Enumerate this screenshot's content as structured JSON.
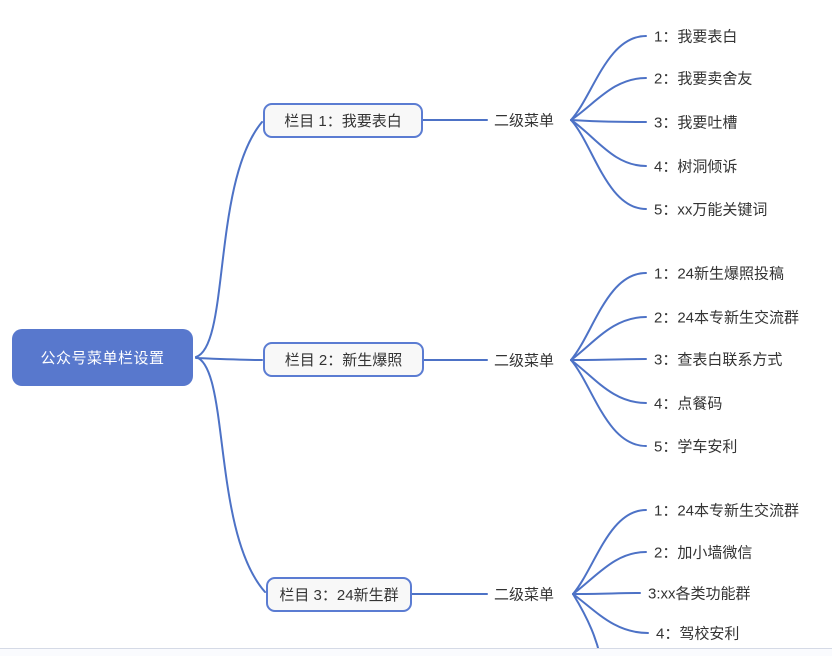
{
  "diagram": {
    "root": {
      "label": "公众号菜单栏设置"
    },
    "branches": [
      {
        "label": "栏目 1：我要表白",
        "submenu_label": "二级菜单",
        "items": [
          "1：我要表白",
          "2：我要卖舍友",
          "3：我要吐槽",
          "4：树洞倾诉",
          "5：xx万能关键词"
        ]
      },
      {
        "label": "栏目 2：新生爆照",
        "submenu_label": "二级菜单",
        "items": [
          "1：24新生爆照投稿",
          "2：24本专新生交流群",
          "3：查表白联系方式",
          "4：点餐码",
          "5：学车安利"
        ]
      },
      {
        "label": "栏目 3：24新生群",
        "submenu_label": "二级菜单",
        "items": [
          "1：24本专新生交流群",
          "2：加小墙微信",
          "3:xx各类功能群",
          "4：驾校安利"
        ]
      }
    ],
    "colors": {
      "node_fill": "#5878CD",
      "branch_border": "#5b7cd2",
      "branch_bg": "#f8f8f8",
      "line": "#4d72c6",
      "text": "#333333"
    }
  }
}
